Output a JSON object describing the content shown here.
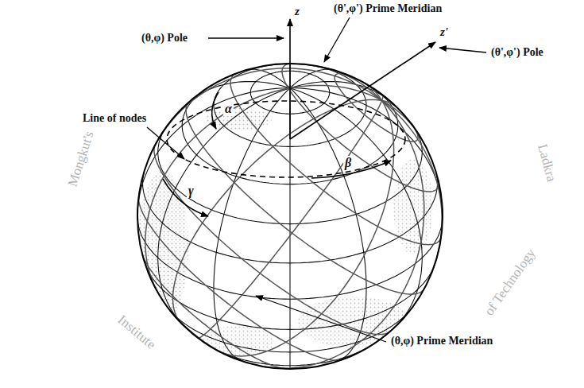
{
  "diagram": {
    "labels": [
      "z",
      "(θ,φ) Pole",
      "(θ',φ') Prime Meridian",
      "z'",
      "(θ',φ') Pole",
      "Line of nodes",
      "α",
      "β",
      "γ",
      "(θ,φ) Prime Meridian",
      "Mongkut's",
      "Institute",
      "of Technology",
      "Ladkra"
    ]
  }
}
